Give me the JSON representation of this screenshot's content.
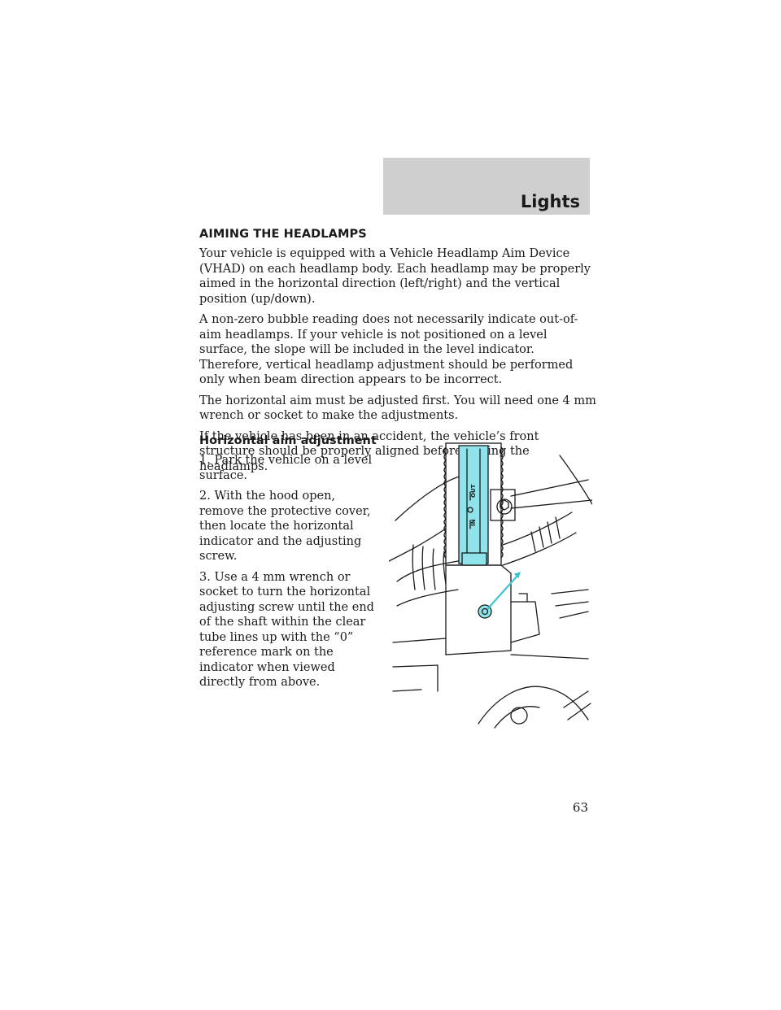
{
  "header": {
    "title": "Lights"
  },
  "section": {
    "title": "AIMING THE HEADLAMPS",
    "paragraphs": [
      "Your vehicle is equipped with a Vehicle Headlamp Aim Device (VHAD) on each headlamp body. Each headlamp may be properly aimed in the horizontal direction (left/right) and the vertical position (up/down).",
      "A non-zero bubble reading does not necessarily indicate out-of-aim headlamps. If your vehicle is not positioned on a level surface, the slope will be included in the level indicator. Therefore, vertical headlamp adjustment should be performed only when beam direction appears to be incorrect.",
      "The horizontal aim must be adjusted first. You will need one 4 mm wrench or socket to make the adjustments.",
      "If the vehicle has been in an accident, the vehicle’s front structure should be properly aligned before aiming the headlamps."
    ]
  },
  "subsection": {
    "title": "Horizontal aim adjustment",
    "steps": [
      "1. Park the vehicle on a level surface.",
      "2. With the hood open, remove the protective cover, then locate the horizontal indicator and  the adjusting screw.",
      "3. Use a 4 mm wrench or socket to turn the horizontal adjusting screw until the end of the shaft within the clear tube lines up with the “0” reference mark on the indicator when viewed directly from above."
    ]
  },
  "figure": {
    "labels": {
      "out": "OUT",
      "in": "IN"
    },
    "colors": {
      "highlight": "#8fe3ea",
      "line": "#1a1a1a",
      "arrow": "#3ec3d6"
    }
  },
  "footer": {
    "page_number": "63"
  }
}
